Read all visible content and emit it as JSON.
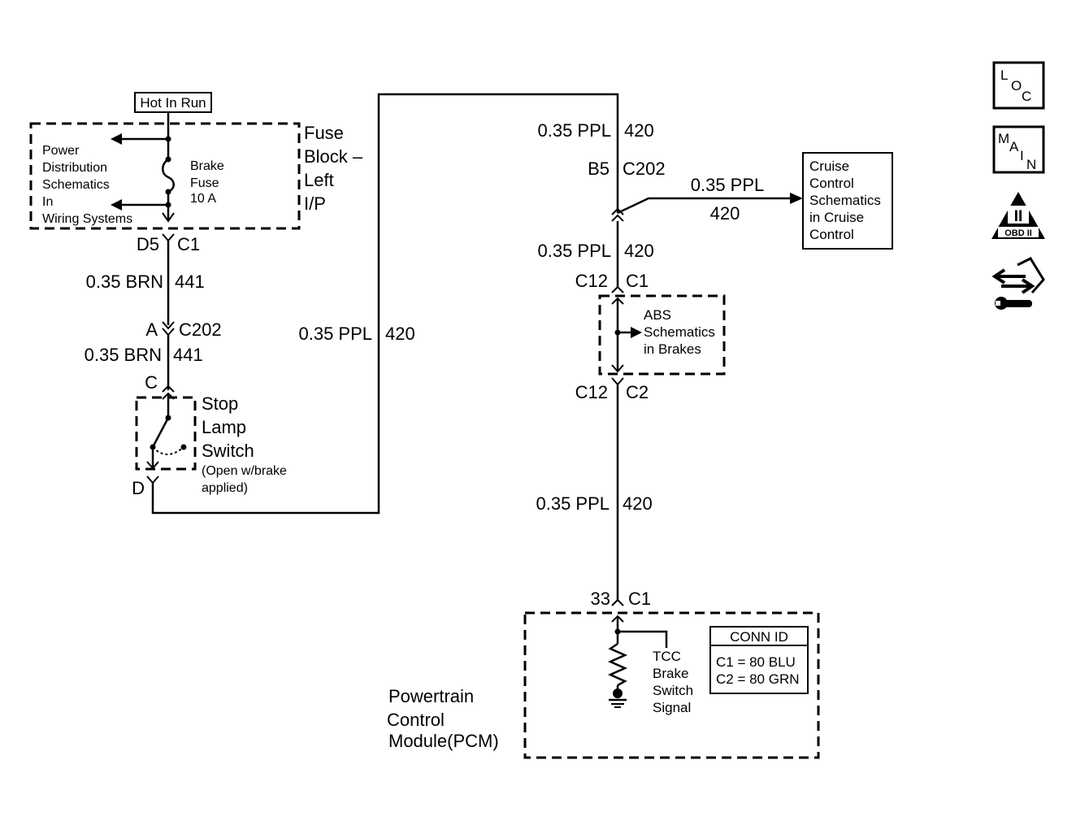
{
  "fuse_block": {
    "hot_label": "Hot In Run",
    "title_lines": [
      "Fuse",
      "Block –",
      "Left",
      "I/P"
    ],
    "power_dist_lines": [
      "Power",
      "Distribution",
      "Schematics",
      "In",
      "Wiring Systems"
    ],
    "fuse_lines": [
      "Brake",
      "Fuse",
      "10 A"
    ],
    "conn_pin": "D5",
    "conn_id": "C1"
  },
  "wires": {
    "brn_gauge": "0.35 BRN",
    "brn_circuit": "441",
    "ppl_gauge": "0.35 PPL",
    "ppl_circuit": "420"
  },
  "c202_left": {
    "pin": "A",
    "id": "C202"
  },
  "stop_switch": {
    "pin_top": "C",
    "pin_bottom": "D",
    "title_lines": [
      "Stop",
      "Lamp",
      "Switch"
    ],
    "note_lines": [
      "(Open w/brake",
      "applied)"
    ]
  },
  "c202_right": {
    "pin": "B5",
    "id": "C202"
  },
  "cruise_lines": [
    "Cruise",
    "Control",
    "Schematics",
    "in Cruise",
    "Control"
  ],
  "abs": {
    "pin_top": "C12",
    "id_top": "C1",
    "pin_bottom": "C12",
    "id_bottom": "C2",
    "lines": [
      "ABS",
      "Schematics",
      "in Brakes"
    ]
  },
  "pcm": {
    "pin": "33",
    "conn_id": "C1",
    "title_lines": [
      "Powertrain",
      "Control",
      "Module(PCM)"
    ],
    "signal_lines": [
      "TCC",
      "Brake",
      "Switch",
      "Signal"
    ],
    "conn_table_title": "CONN ID",
    "conn_table_rows": [
      "C1 = 80 BLU",
      "C2 = 80 GRN"
    ]
  },
  "icons": {
    "loc_letters": [
      "L",
      "O",
      "C"
    ],
    "main_letters": [
      "M",
      "A",
      "I",
      "N"
    ],
    "obd_roman": "II",
    "obd_label": "OBD II"
  }
}
